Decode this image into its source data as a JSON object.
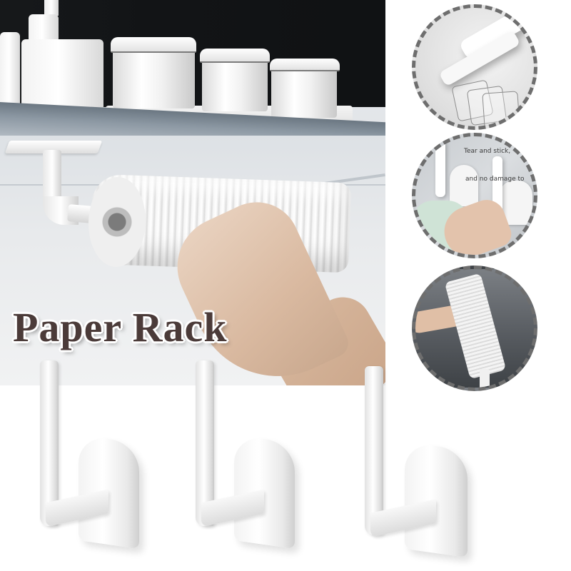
{
  "product": {
    "title": "Paper Rack"
  },
  "main_photo": {
    "scene": "paper towel roll hanging from white adhesive hook under kitchen shelf, hand pulling roll"
  },
  "detail_circles": [
    {
      "id": "detail-adhesive-pads",
      "scene": "hook with transparent adhesive pads"
    },
    {
      "id": "detail-hooks-on-wall",
      "scene": "two hooks on wall, hand grabbing hook, green mug"
    },
    {
      "id": "detail-roll-mounted",
      "scene": "hand placing paper roll on wall-mounted hook"
    }
  ],
  "caption": {
    "line1": "Tear and stick,",
    "line2": "and no damage to"
  },
  "product_hooks": [
    {
      "id": "hook-1"
    },
    {
      "id": "hook-2"
    },
    {
      "id": "hook-3"
    }
  ],
  "colors": {
    "title_text": "#4b3b39",
    "title_outline": "#ffffff",
    "dashed_border": "#6e6e6e",
    "background": "#ffffff"
  }
}
